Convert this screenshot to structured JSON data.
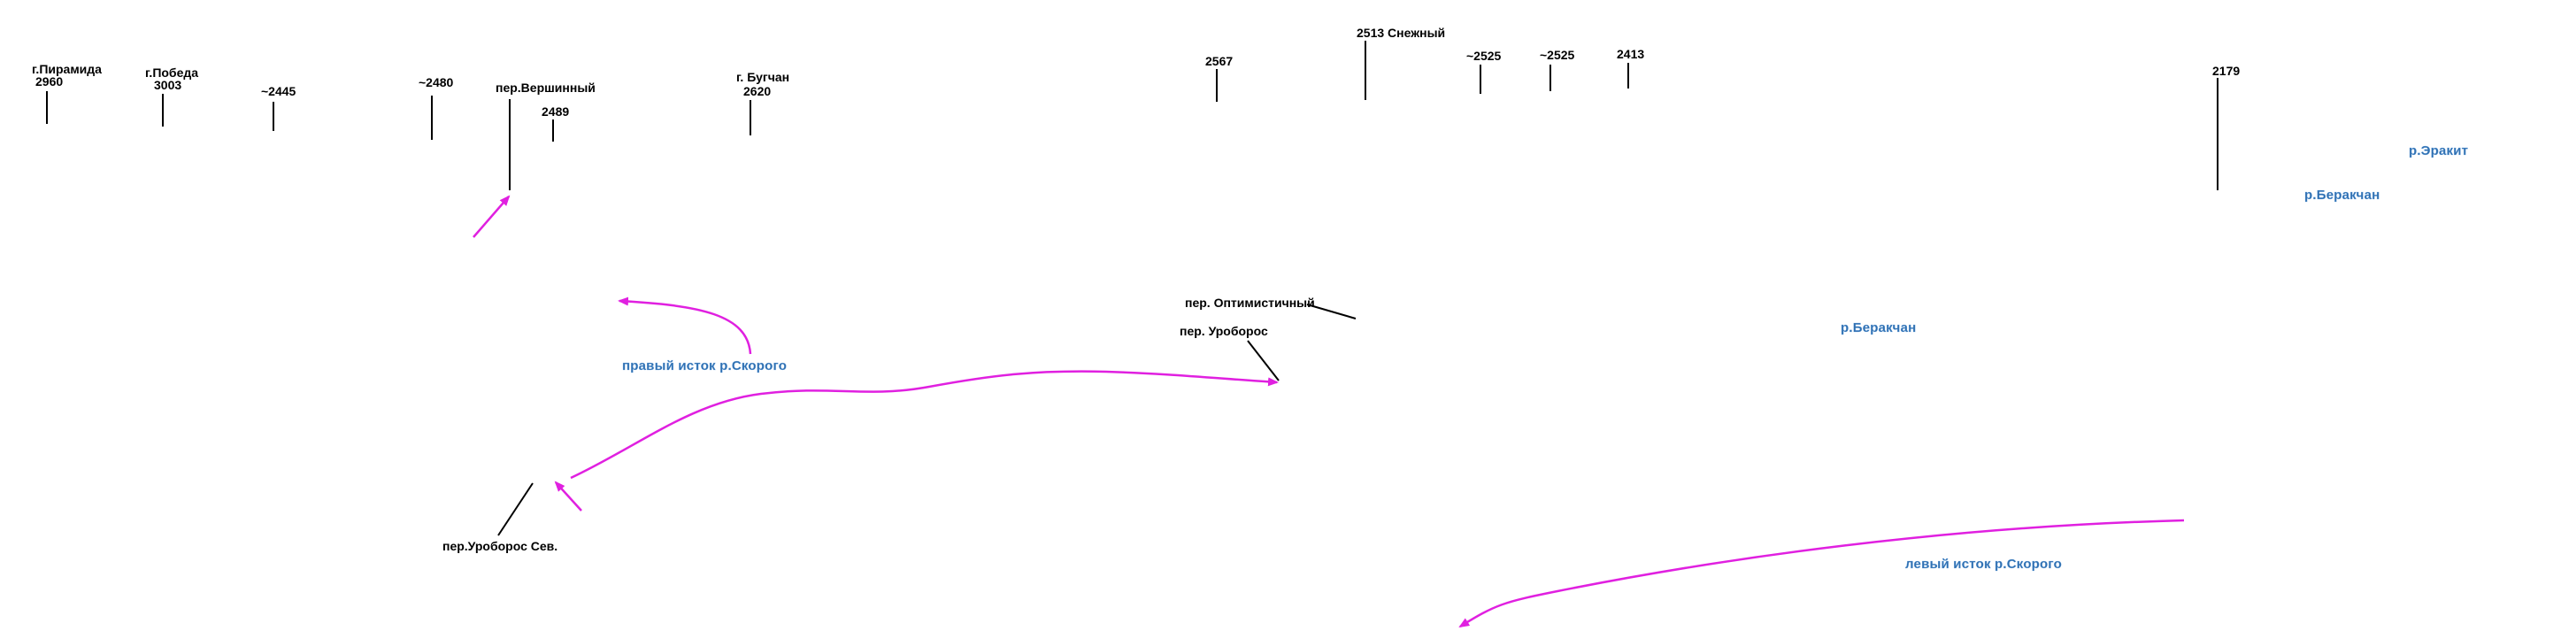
{
  "peaks": {
    "piramida_name": "г.Пирамида",
    "piramida_alt": "2960",
    "pobeda_name": "г.Победа",
    "pobeda_alt": "3003",
    "p2445": "~2445",
    "p2480": "~2480",
    "vershinny": "пер.Вершинный",
    "p2489": "2489",
    "bugchan_name": "г. Бугчан",
    "bugchan_alt": "2620",
    "p2567": "2567",
    "snezhny": "2513 Снежный",
    "p2525a": "~2525",
    "p2525b": "~2525",
    "p2413": "2413",
    "p2179": "2179"
  },
  "passes": {
    "optimistichny": "пер. Оптимистичный",
    "uroboros": "пер. Уроборос",
    "uroboros_north": "пер.Уроборос Сев."
  },
  "rivers": {
    "erakit": "р.Эракит",
    "berakchan_small": "р.Беракчан",
    "berakchan_main": "р.Беракчан",
    "right_source": "правый исток р.Скорого",
    "left_source": "левый исток р.Скорого"
  },
  "colors": {
    "route": "#e020e0",
    "river_text": "#2f6fb0",
    "labels": "#000000"
  }
}
